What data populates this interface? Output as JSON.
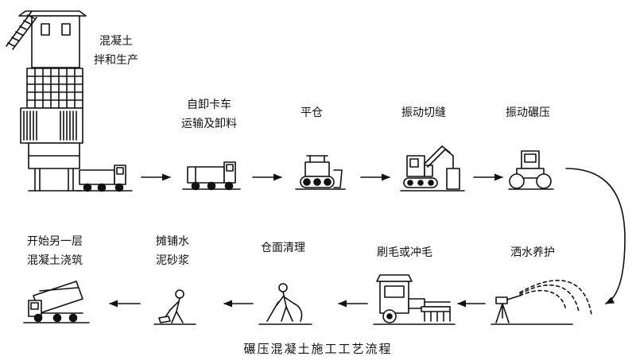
{
  "diagram": {
    "caption": "碾压混凝土施工工艺流程",
    "steps": [
      {
        "line1": "混凝土",
        "line2": "拌和生产"
      },
      {
        "line1": "自卸卡车",
        "line2": "运输及卸料"
      },
      {
        "line1": "平仓",
        "line2": ""
      },
      {
        "line1": "振动切缝",
        "line2": ""
      },
      {
        "line1": "振动碾压",
        "line2": ""
      },
      {
        "line1": "洒水养护",
        "line2": ""
      },
      {
        "line1": "刷毛或冲毛",
        "line2": ""
      },
      {
        "line1": "仓面清理",
        "line2": ""
      },
      {
        "line1": "摊铺水",
        "line2": "泥砂浆"
      },
      {
        "line1": "开始另一层",
        "line2": "混凝土浇筑"
      }
    ]
  }
}
